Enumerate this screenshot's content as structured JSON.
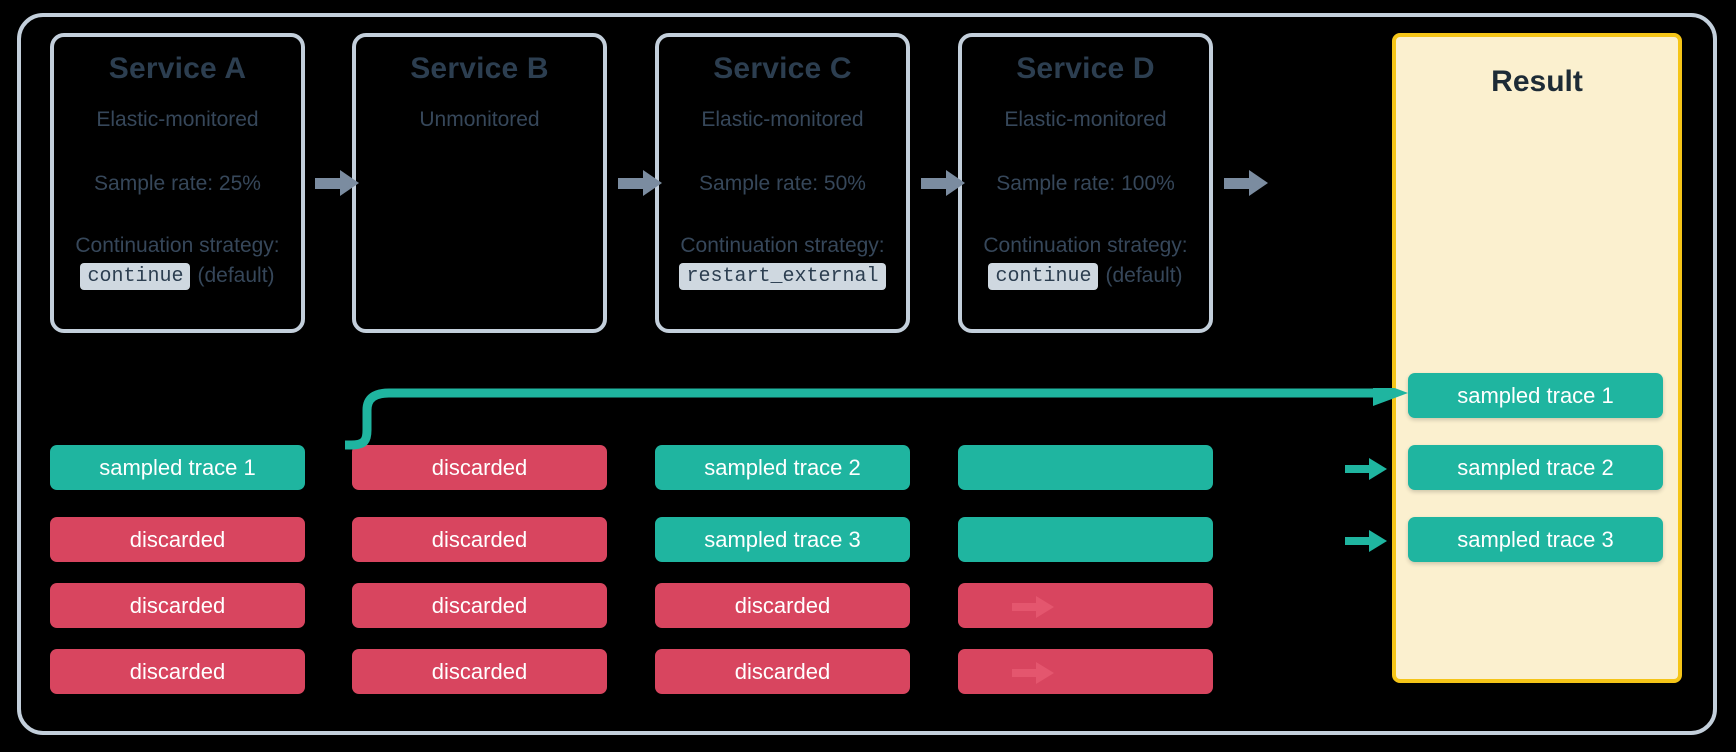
{
  "diagram": {
    "title": "Distributed tracing sampling continuation across services",
    "colors": {
      "sampled": "#1fb5a0",
      "discarded": "#d8455f",
      "result_bg": "#fbf0cf",
      "result_border": "#f5c518",
      "card_border": "#c3cfdb",
      "arrow_grey": "#7b8ca0",
      "text_dark": "#2c3e50"
    },
    "services": [
      {
        "name": "Service A",
        "monitoring": "Elastic-monitored",
        "sample_rate": "Sample rate: 25%",
        "continuation_label": "Continuation strategy:",
        "strategy": "continue",
        "strategy_note": "(default)",
        "has_details": true
      },
      {
        "name": "Service B",
        "monitoring": "Unmonitored",
        "sample_rate": "",
        "continuation_label": "",
        "strategy": "",
        "strategy_note": "",
        "has_details": false
      },
      {
        "name": "Service C",
        "monitoring": "Elastic-monitored",
        "sample_rate": "Sample rate: 50%",
        "continuation_label": "Continuation strategy:",
        "strategy": "restart_external",
        "strategy_note": "",
        "has_details": true
      },
      {
        "name": "Service D",
        "monitoring": "Elastic-monitored",
        "sample_rate": "Sample rate: 100%",
        "continuation_label": "Continuation strategy:",
        "strategy": "continue",
        "strategy_note": "(default)",
        "has_details": true
      }
    ],
    "result": {
      "title": "Result"
    },
    "traces": {
      "service_a": [
        {
          "label": "sampled trace 1",
          "state": "sampled"
        },
        {
          "label": "discarded",
          "state": "discarded"
        },
        {
          "label": "discarded",
          "state": "discarded"
        },
        {
          "label": "discarded",
          "state": "discarded"
        }
      ],
      "service_b": [
        {
          "label": "discarded",
          "state": "discarded"
        },
        {
          "label": "discarded",
          "state": "discarded"
        },
        {
          "label": "discarded",
          "state": "discarded"
        },
        {
          "label": "discarded",
          "state": "discarded"
        }
      ],
      "service_c": [
        {
          "label": "sampled trace 2",
          "state": "sampled"
        },
        {
          "label": "sampled trace 3",
          "state": "sampled"
        },
        {
          "label": "discarded",
          "state": "discarded"
        },
        {
          "label": "discarded",
          "state": "discarded"
        }
      ],
      "service_d": [
        {
          "label": "",
          "state": "sampled"
        },
        {
          "label": "",
          "state": "sampled"
        },
        {
          "label": "",
          "state": "discarded"
        },
        {
          "label": "",
          "state": "discarded"
        }
      ],
      "result": [
        {
          "label": "sampled trace 1",
          "state": "sampled"
        },
        {
          "label": "sampled trace 2",
          "state": "sampled"
        },
        {
          "label": "sampled trace 3",
          "state": "sampled"
        }
      ]
    }
  }
}
